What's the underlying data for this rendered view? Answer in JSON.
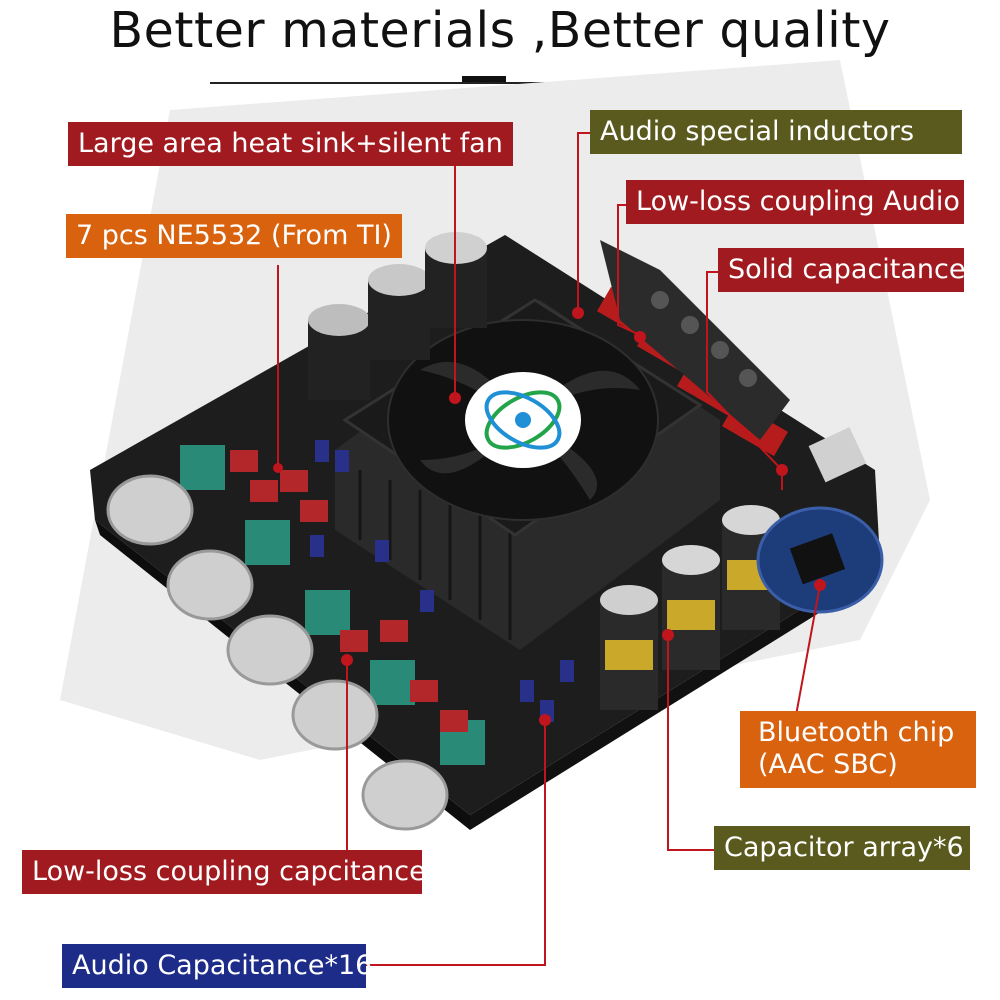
{
  "title": "Better materials ,Better quality",
  "labels": {
    "heat_sink": "Large area heat sink+silent fan",
    "ne5532": "7 pcs NE5532 (From TI)",
    "inductors": "Audio special inductors",
    "coupling_audio": "Low-loss coupling Audio",
    "solid_cap": "Solid capacitance",
    "bluetooth_line1": "Bluetooth chip",
    "bluetooth_line2": "(AAC SBC)",
    "cap_array": "Capacitor array*6",
    "coupling_caps": "Low-loss coupling capcitances",
    "audio_cap": "Audio Capacitance*16"
  },
  "colors": {
    "red_label": "#a11a1f",
    "olive_label": "#5a5a1e",
    "orange_label": "#d9620e",
    "blue_label": "#1d2c88",
    "leader_line": "#c0151c"
  }
}
